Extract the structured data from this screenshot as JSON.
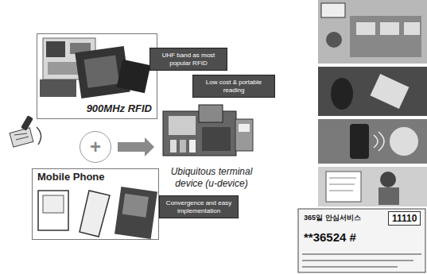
{
  "diagram": {
    "nodes": [
      {
        "text": [
          "900MHz RFID"
        ]
      },
      {
        "text": [
          "UHF band as most popular RFID"
        ]
      },
      {
        "text": [
          "Mobile Phone"
        ]
      },
      {
        "text": [
          "Convergence and easy implementation"
        ]
      },
      {
        "text": [
          "+"
        ]
      },
      {
        "text": [
          "Ubiquitous terminal device (u-device)"
        ]
      },
      {
        "text": [
          "Low cost & portable reading"
        ]
      }
    ],
    "edges": [
      {
        "from": 4,
        "to": 5,
        "arrow": "to"
      }
    ],
    "labels": [
      "365일 안심서비스",
      "11110",
      "**36524 #"
    ]
  }
}
